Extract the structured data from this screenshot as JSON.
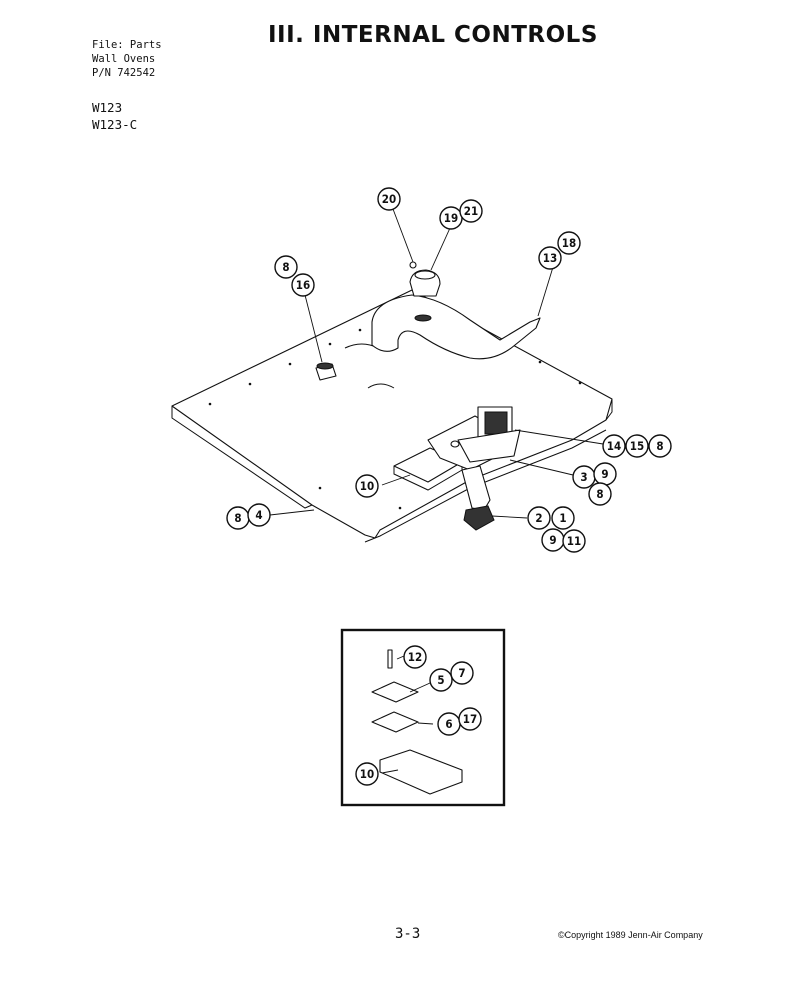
{
  "header": {
    "file_lines": [
      "File:  Parts",
      "Wall Ovens",
      "P/N 742542"
    ],
    "models": [
      "W123",
      "W123-C"
    ],
    "title": "III. INTERNAL CONTROLS"
  },
  "callouts": {
    "c20": "20",
    "c19": "19",
    "c21": "21",
    "c18": "18",
    "c13": "13",
    "c8a": "8",
    "c16": "16",
    "c14": "14",
    "c15": "15",
    "c8b": "8",
    "c3": "3",
    "c9a": "9",
    "c8c": "8",
    "c10a": "10",
    "c8d": "8",
    "c4": "4",
    "c2": "2",
    "c1": "1",
    "c9b": "9",
    "c11": "11",
    "c12": "12",
    "c5": "5",
    "c7": "7",
    "c6": "6",
    "c17": "17",
    "c10b": "10"
  },
  "footer": {
    "page_number": "3-3",
    "copyright": "©Copyright 1989 Jenn-Air Company"
  }
}
